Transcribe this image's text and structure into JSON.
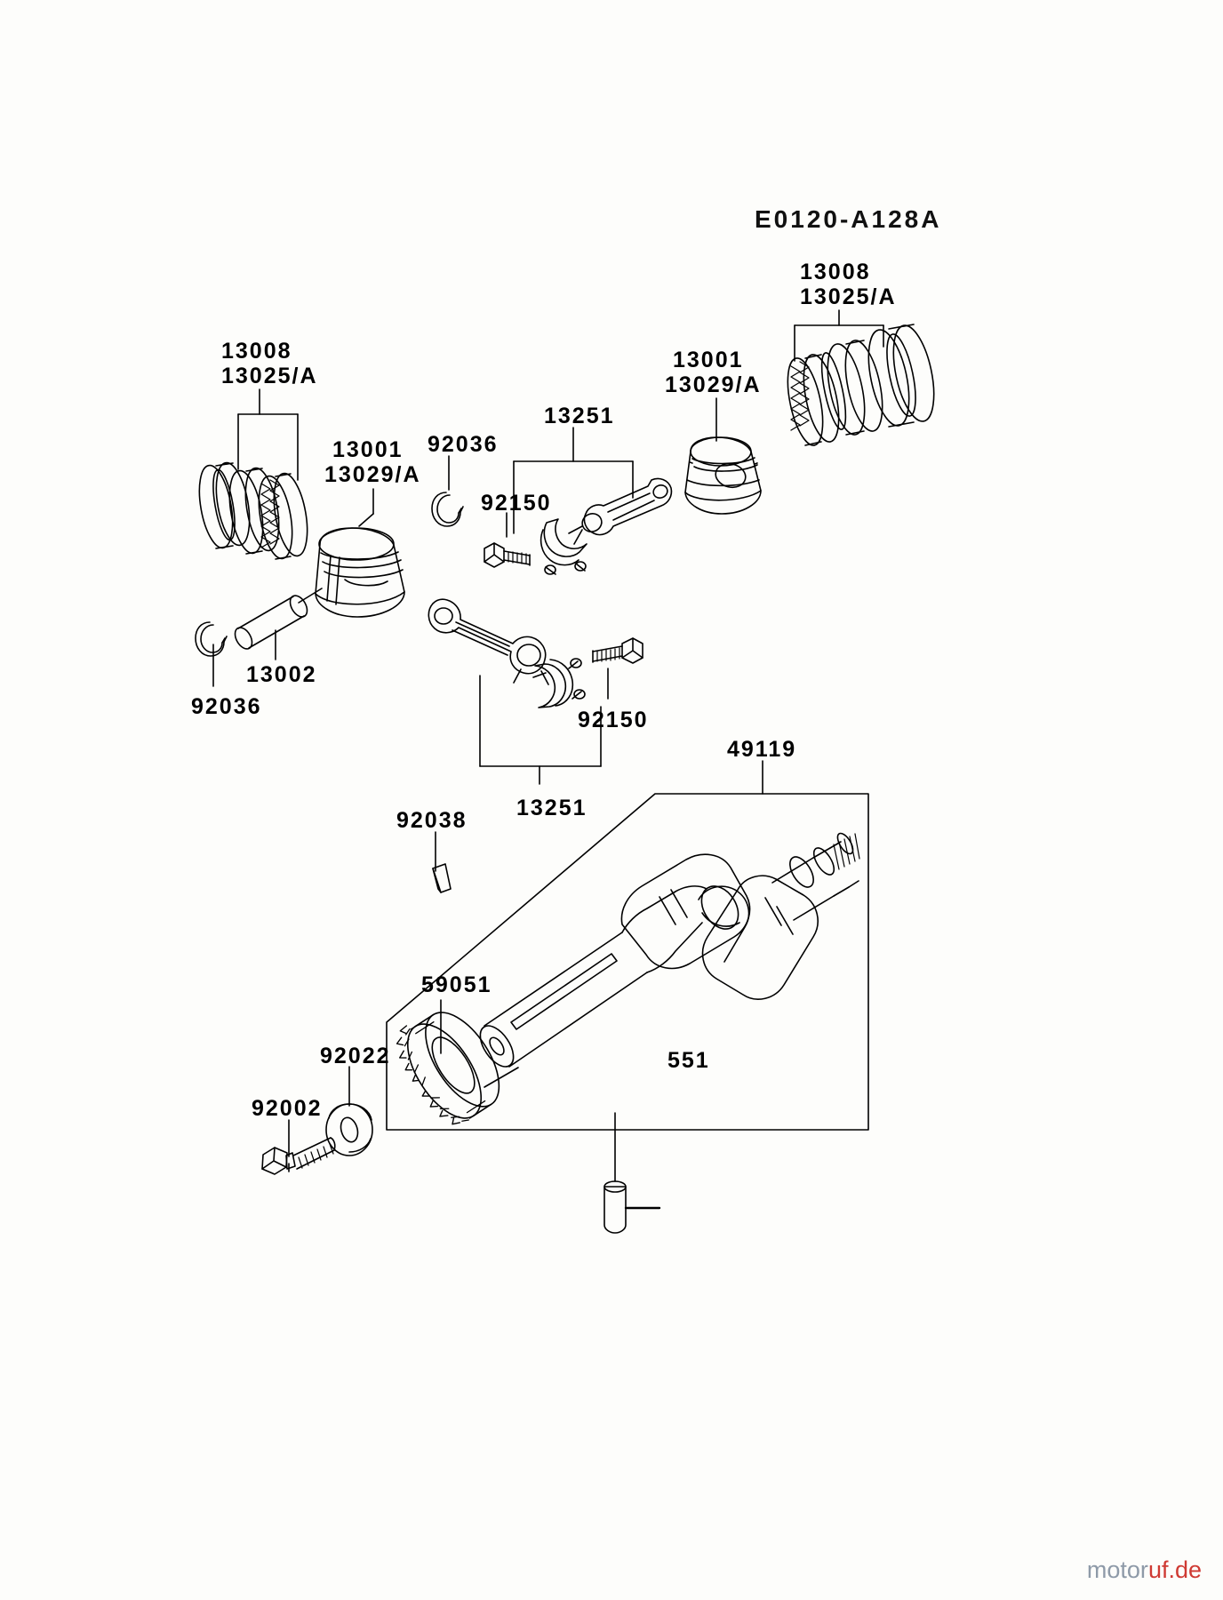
{
  "diagram": {
    "code": "E0120-A128A",
    "watermark_prefix": "motor",
    "watermark_suffix": "uf.de",
    "watermark_accent": "#cf3a33",
    "line_color": "#000000",
    "background": "#fdfdfb"
  },
  "labels": {
    "rings_left_a": "13008",
    "rings_left_b": "13025/A",
    "rings_right_a": "13008",
    "rings_right_b": "13025/A",
    "piston_left_a": "13001",
    "piston_left_b": "13029/A",
    "piston_right_a": "13001",
    "piston_right_b": "13029/A",
    "clip_top": "92036",
    "clip_bottom": "92036",
    "pin": "13002",
    "rod_upper": "13251",
    "rod_lower": "13251",
    "bolt_upper": "92150",
    "bolt_lower": "92150",
    "key_woodruff": "92038",
    "crankshaft": "49119",
    "gear": "59051",
    "washer": "92022",
    "bolt_flange": "92002",
    "pin_dowel": "551"
  }
}
